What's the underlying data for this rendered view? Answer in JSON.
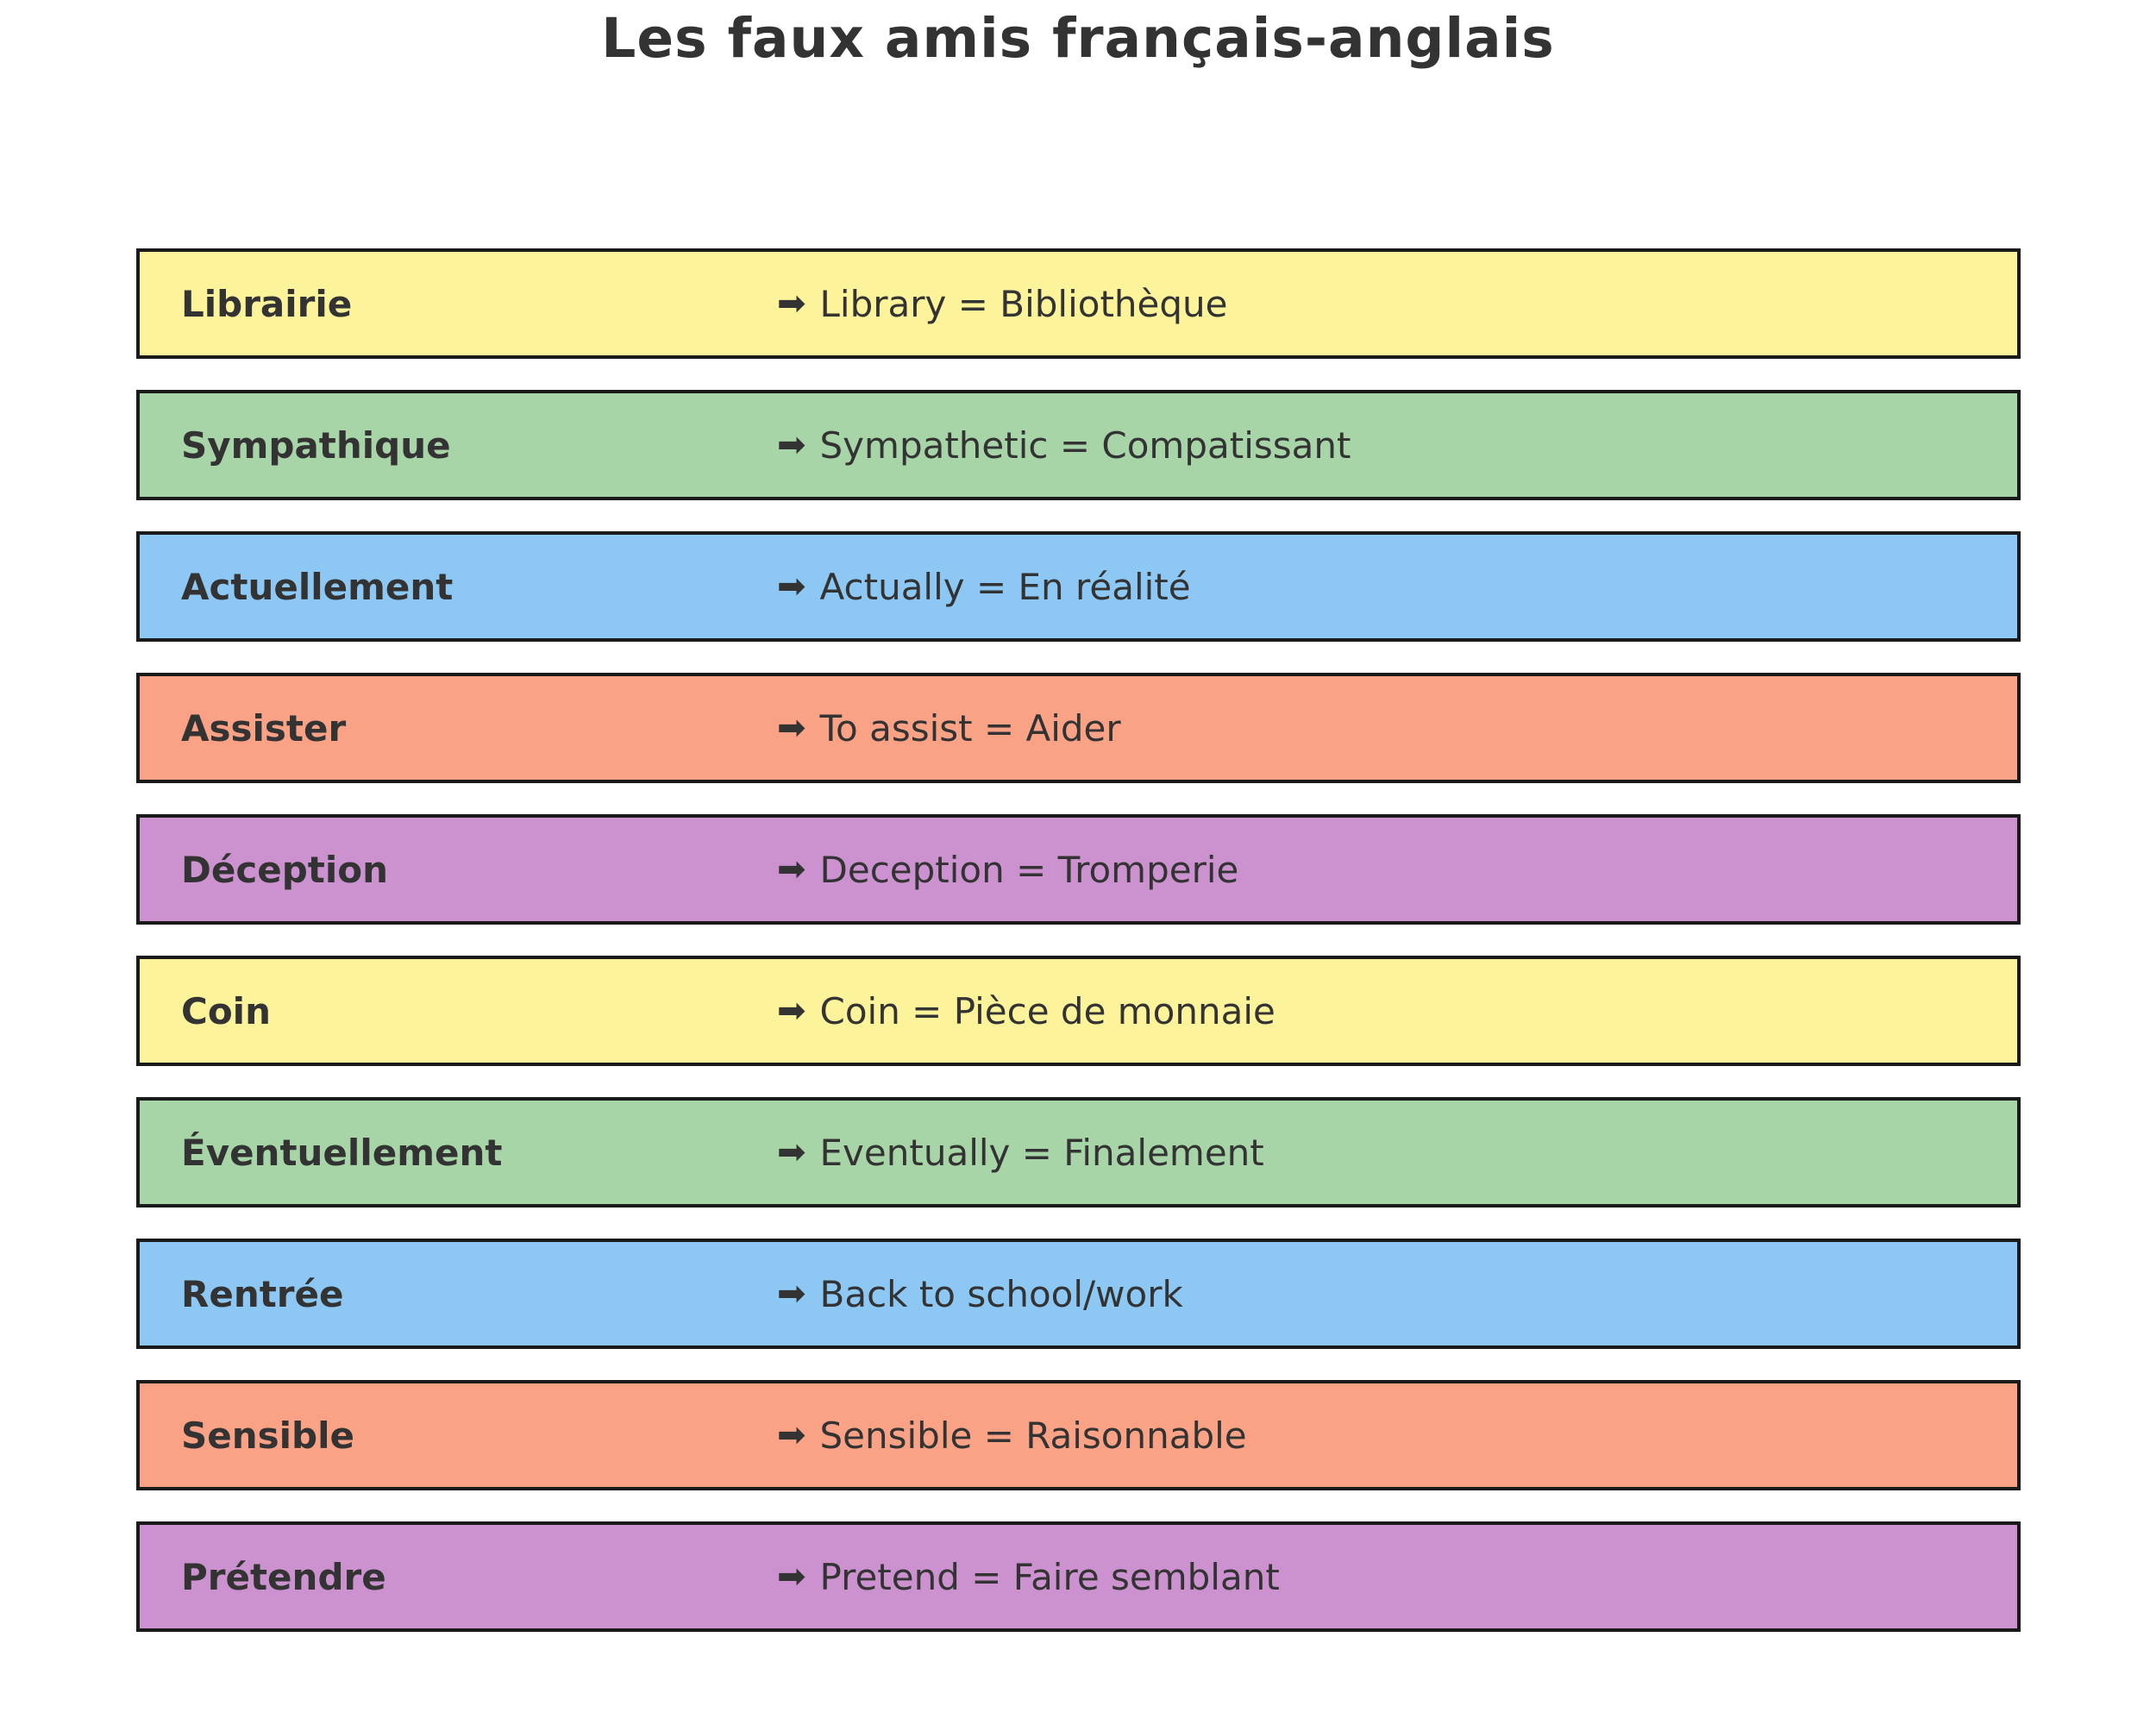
{
  "title": "Les faux amis français-anglais",
  "arrow_icon": "➡",
  "colors": {
    "yellow": "#FCF39B",
    "green": "#A7D5A7",
    "blue": "#8DC8F4",
    "salmon": "#FAA286",
    "purple": "#CC92D0",
    "border": "#1a1a1a",
    "text": "#333333",
    "title": "#333333",
    "background": "#ffffff"
  },
  "rows": [
    {
      "word": "Librairie",
      "meaning": "Library = Bibliothèque",
      "color": "yellow"
    },
    {
      "word": "Sympathique",
      "meaning": "Sympathetic = Compatissant",
      "color": "green"
    },
    {
      "word": "Actuellement",
      "meaning": "Actually = En réalité",
      "color": "blue"
    },
    {
      "word": "Assister",
      "meaning": "To assist = Aider",
      "color": "salmon"
    },
    {
      "word": "Déception",
      "meaning": "Deception = Tromperie",
      "color": "purple"
    },
    {
      "word": "Coin",
      "meaning": "Coin = Pièce de monnaie",
      "color": "yellow"
    },
    {
      "word": "Éventuellement",
      "meaning": "Eventually = Finalement",
      "color": "green"
    },
    {
      "word": "Rentrée",
      "meaning": "Back to school/work",
      "color": "blue"
    },
    {
      "word": "Sensible",
      "meaning": "Sensible = Raisonnable",
      "color": "salmon"
    },
    {
      "word": "Prétendre",
      "meaning": "Pretend = Faire semblant",
      "color": "purple"
    }
  ]
}
